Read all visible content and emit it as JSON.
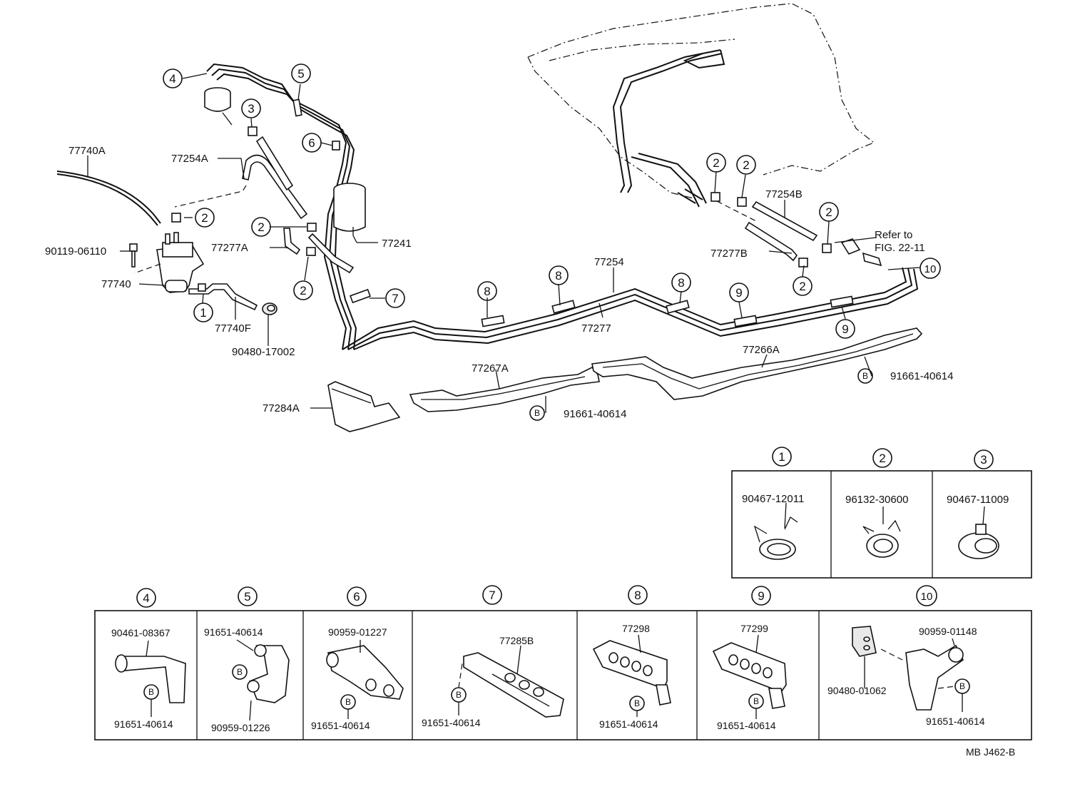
{
  "callouts": {
    "c1": "1",
    "c2": "2",
    "c3": "3",
    "c4": "4",
    "c5": "5",
    "c6": "6",
    "c7": "7",
    "c8": "8",
    "c9": "9",
    "c10": "10",
    "b": "B"
  },
  "parts": {
    "p77740A": "77740A",
    "p77254A": "77254A",
    "p90119": "90119-06110",
    "p77740": "77740",
    "p77740F": "77740F",
    "p90480_17002": "90480-17002",
    "p77277A": "77277A",
    "p77241": "77241",
    "p77254": "77254",
    "p77277": "77277",
    "p77254B": "77254B",
    "p77277B": "77277B",
    "refer1": "Refer to",
    "refer2": "FIG. 22-11",
    "p77267A": "77267A",
    "p77266A": "77266A",
    "p77284A": "77284A",
    "p91661_a": "91661-40614",
    "p91661_b": "91661-40614"
  },
  "detail_top": {
    "d1": "90467-12011",
    "d2": "96132-30600",
    "d3": "90467-11009"
  },
  "detail_bottom": {
    "d4a": "90461-08367",
    "d4b": "91651-40614",
    "d5a": "91651-40614",
    "d5b": "90959-01226",
    "d6a": "90959-01227",
    "d6b": "91651-40614",
    "d7a": "77285B",
    "d7b": "91651-40614",
    "d8a": "77298",
    "d8b": "91651-40614",
    "d9a": "77299",
    "d9b": "91651-40614",
    "d10a": "90959-01148",
    "d10b": "90480-01062",
    "d10c": "91651-40614"
  },
  "footer_code": "MB J462-B"
}
